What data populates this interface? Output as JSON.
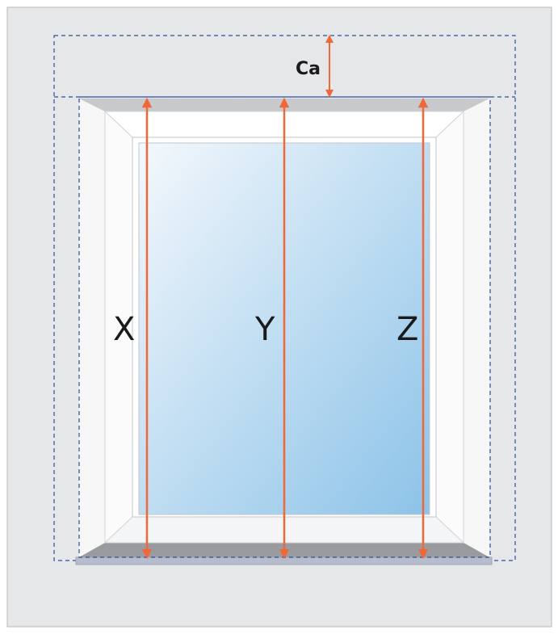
{
  "labels": {
    "ca": "Ca",
    "x": "X",
    "y": "Y",
    "z": "Z"
  },
  "colors": {
    "background": "#e6e7e9",
    "border": "#b9babc",
    "measure_arrow": "#f0683a",
    "dashed_outline": "#2f4f9e",
    "frame": "#ffffff",
    "frame_shadow": "#f2f3f5",
    "reveal_top": "#c8c9cb",
    "reveal_bottom": "#9a9b9e",
    "sill": "#b6bccc",
    "glass_light": "#f4f8fc",
    "glass_dark": "#8cc3e8"
  },
  "icons": {
    "arrows": "double-headed-arrow"
  }
}
